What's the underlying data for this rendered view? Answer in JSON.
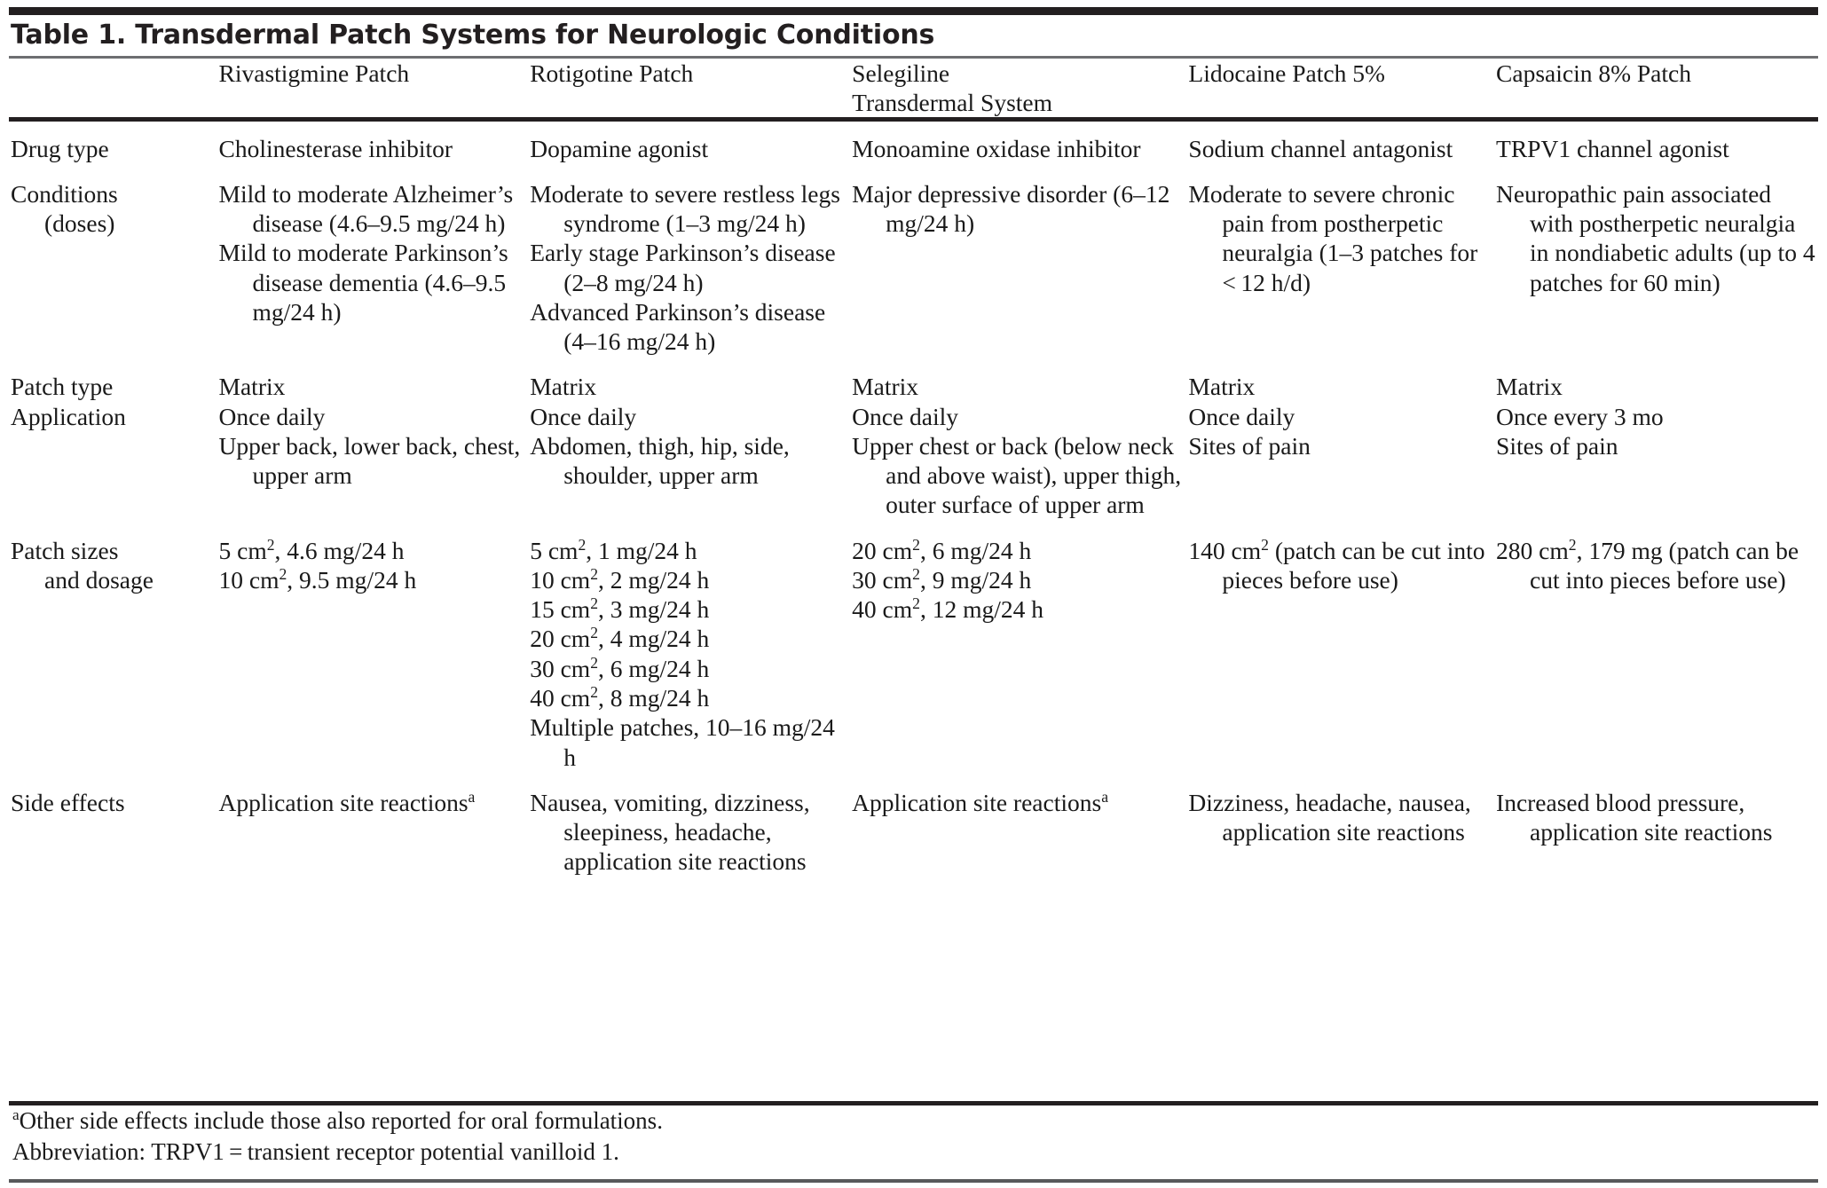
{
  "title": "Table 1. Transdermal Patch Systems for Neurologic Conditions",
  "columns": [
    {
      "key": "label",
      "header": ""
    },
    {
      "key": "rivastigmine",
      "header": "Rivastigmine Patch"
    },
    {
      "key": "rotigotine",
      "header": "Rotigotine Patch"
    },
    {
      "key": "selegiline",
      "header_line1": "Selegiline",
      "header_line2": "Transdermal System"
    },
    {
      "key": "lidocaine",
      "header": "Lidocaine Patch 5%"
    },
    {
      "key": "capsaicin",
      "header": "Capsaicin 8% Patch"
    }
  ],
  "rows": [
    {
      "label_line1": "Drug type",
      "label_line2": "",
      "rivastigmine": [
        "Cholinesterase inhibitor"
      ],
      "rotigotine": [
        "Dopamine agonist"
      ],
      "selegiline": [
        "Monoamine oxidase inhibitor"
      ],
      "lidocaine": [
        "Sodium channel antagonist"
      ],
      "capsaicin": [
        "TRPV1 channel agonist"
      ]
    },
    {
      "label_line1": "Conditions",
      "label_line2": "(doses)",
      "rivastigmine": [
        "Mild to moderate Alzheimer’s disease (4.6–9.5 mg/24 h)",
        "Mild to moderate Parkinson’s disease dementia (4.6–9.5 mg/24 h)"
      ],
      "rotigotine": [
        "Moderate to severe restless legs syndrome (1–3 mg/24 h)",
        "Early stage Parkinson’s disease (2–8 mg/24 h)",
        "Advanced Parkinson’s disease (4–16 mg/24 h)"
      ],
      "selegiline": [
        "Major depressive disorder (6–12 mg/24 h)"
      ],
      "lidocaine": [
        "Moderate to severe chronic pain from postherpetic neuralgia (1–3 patches for < 12 h/d)"
      ],
      "capsaicin": [
        "Neuropathic pain associated with postherpetic neuralgia in nondiabetic adults (up to 4 patches for 60 min)"
      ]
    },
    {
      "label_line1": "Patch type",
      "label_line2": "",
      "rivastigmine": [
        "Matrix"
      ],
      "rotigotine": [
        "Matrix"
      ],
      "selegiline": [
        "Matrix"
      ],
      "lidocaine": [
        "Matrix"
      ],
      "capsaicin": [
        "Matrix"
      ]
    },
    {
      "label_line1": "Application",
      "label_line2": "",
      "rivastigmine": [
        "Once daily",
        "Upper back, lower back, chest, upper arm"
      ],
      "rotigotine": [
        "Once daily",
        "Abdomen, thigh, hip, side, shoulder, upper arm"
      ],
      "selegiline": [
        "Once daily",
        "Upper chest or back (below neck and above waist), upper thigh, outer surface of upper arm"
      ],
      "lidocaine": [
        "Once daily",
        "Sites of pain"
      ],
      "capsaicin": [
        "Once every 3 mo",
        "Sites of pain"
      ]
    },
    {
      "label_line1": "Patch sizes",
      "label_line2": "and dosage",
      "rivastigmine": [
        "5 cm<sup>2</sup>, 4.6 mg/24 h",
        "10 cm<sup>2</sup>, 9.5 mg/24 h"
      ],
      "rotigotine": [
        "5 cm<sup>2</sup>, 1 mg/24 h",
        "10 cm<sup>2</sup>, 2 mg/24 h",
        "15 cm<sup>2</sup>, 3 mg/24 h",
        "20 cm<sup>2</sup>, 4 mg/24 h",
        "30 cm<sup>2</sup>, 6 mg/24 h",
        "40 cm<sup>2</sup>, 8 mg/24 h",
        "Multiple patches, 10–16 mg/24 h"
      ],
      "selegiline": [
        "20 cm<sup>2</sup>, 6 mg/24 h",
        "30 cm<sup>2</sup>, 9 mg/24 h",
        "40 cm<sup>2</sup>, 12 mg/24 h"
      ],
      "lidocaine": [
        "140 cm<sup>2</sup> (patch can be cut into pieces before use)"
      ],
      "capsaicin": [
        "280 cm<sup>2</sup>, 179 mg (patch can be cut into pieces before use)"
      ]
    },
    {
      "label_line1": "Side effects",
      "label_line2": "",
      "rivastigmine": [
        "Application site reactions<sup>a</sup>"
      ],
      "rotigotine": [
        "Nausea, vomiting, dizziness, sleepiness, headache, application site reactions"
      ],
      "selegiline": [
        "Application site reactions<sup>a</sup>"
      ],
      "lidocaine": [
        "Dizziness, headache, nausea, application site reactions"
      ],
      "capsaicin": [
        "Increased blood pressure, application site reactions"
      ]
    }
  ],
  "footnotes": [
    "<sup>a</sup>Other side effects include those also reported for oral formulations.",
    "Abbreviation: TRPV1 = transient receptor potential vanilloid 1."
  ]
}
